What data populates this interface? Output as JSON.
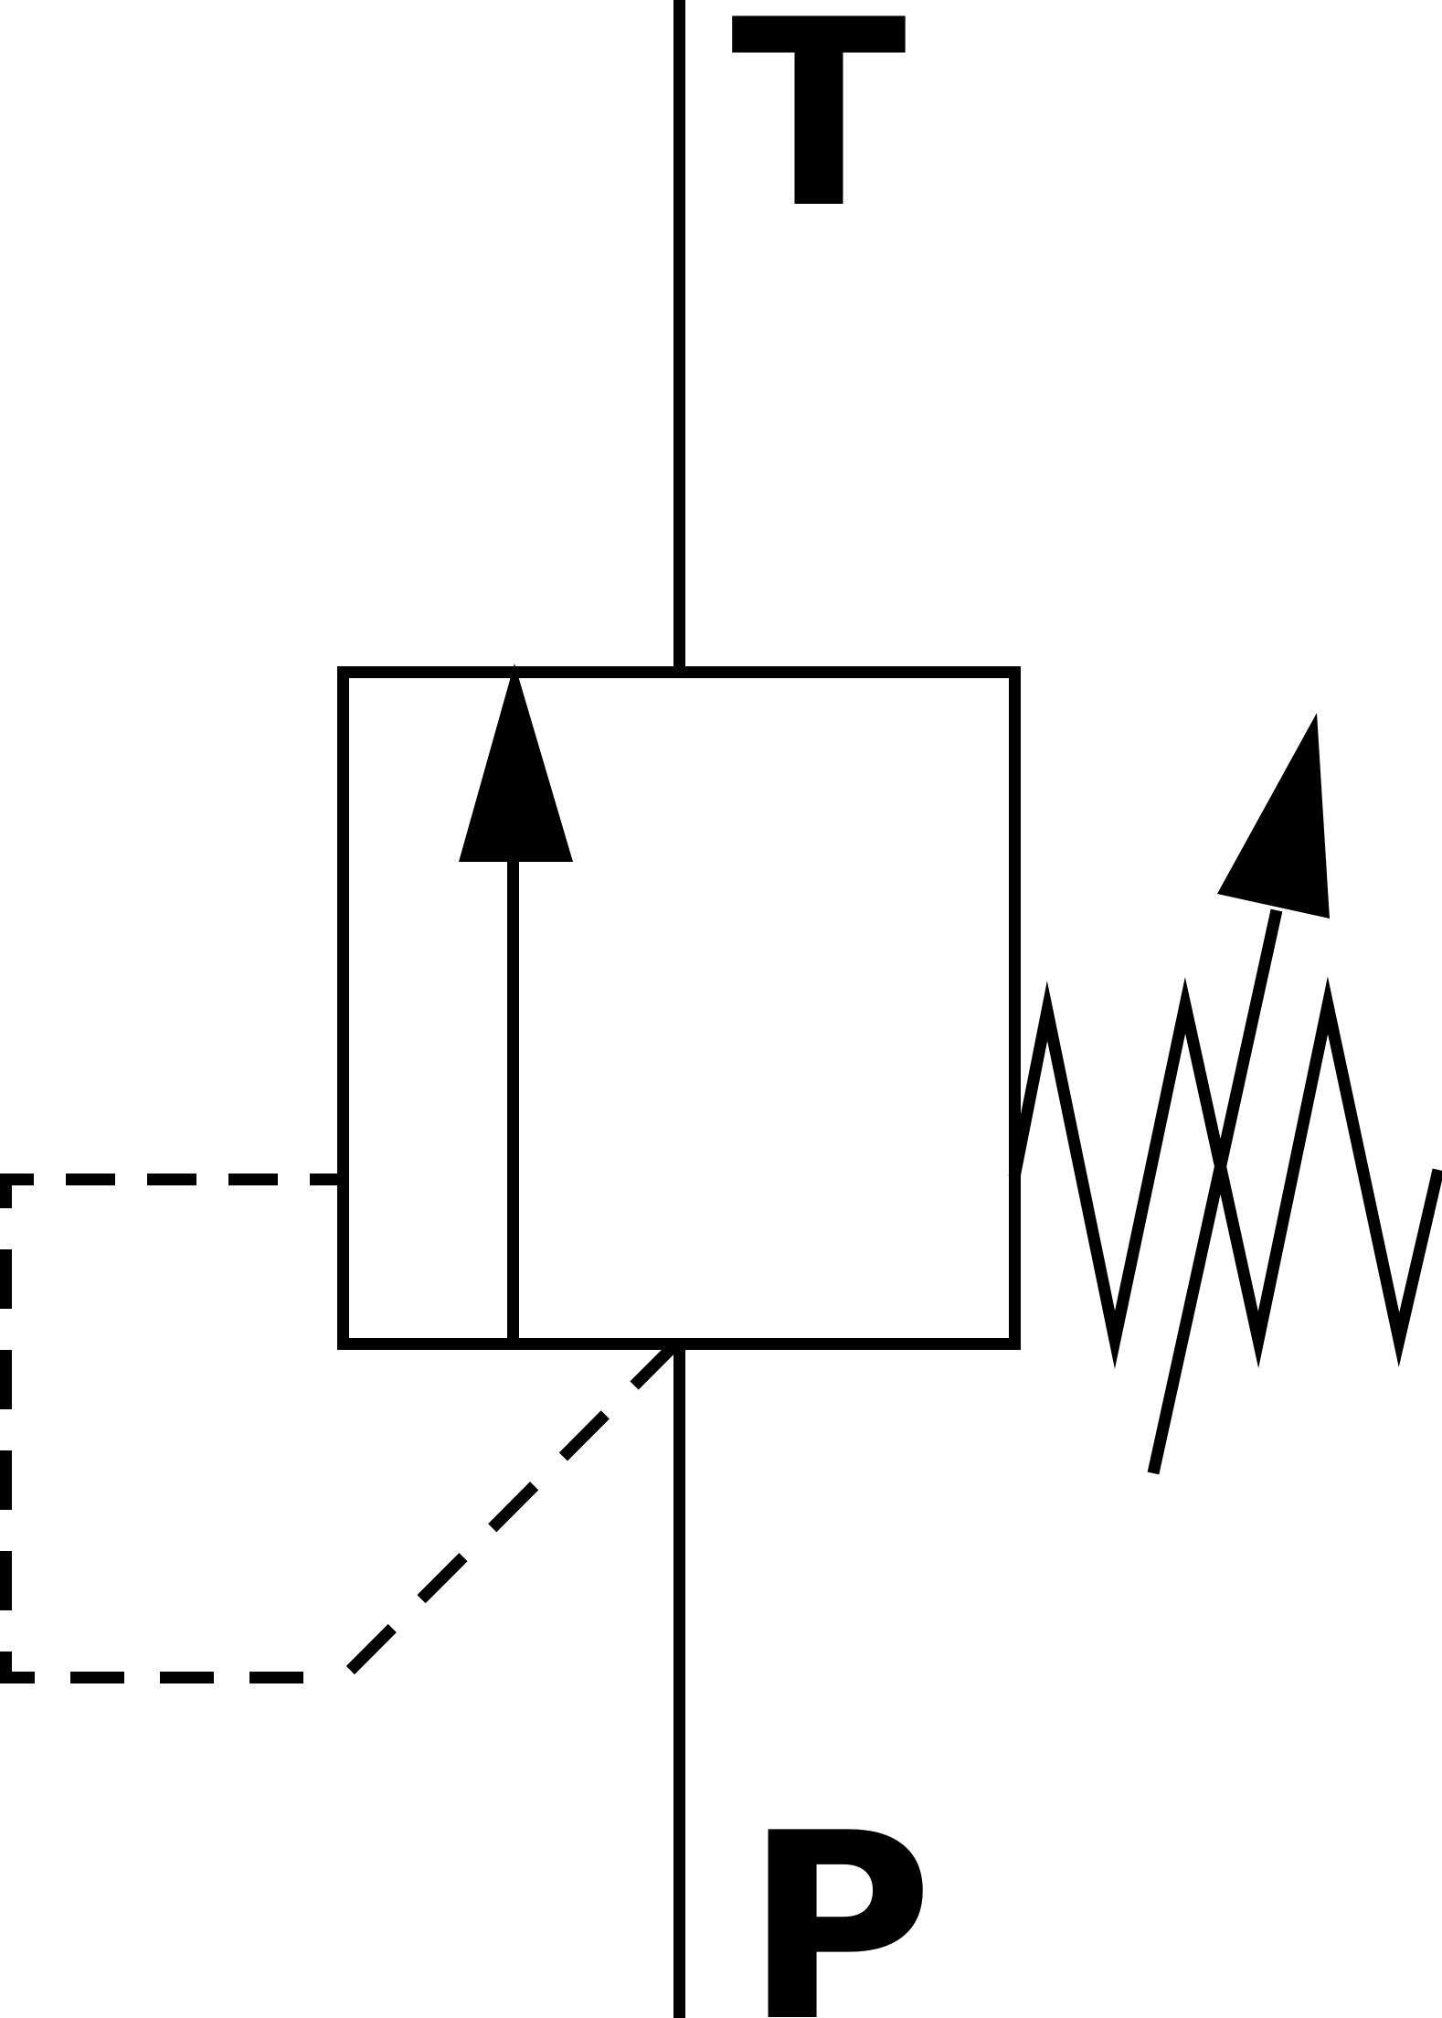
{
  "diagram": {
    "kind": "hydraulic-circuit-symbol",
    "component": "pilot-operated pressure relief valve",
    "ports": {
      "tank": "T",
      "pressure": "P"
    },
    "colors": {
      "stroke": "#000000",
      "background": "#ffffff"
    },
    "symbols": [
      "tank-line",
      "valve-body",
      "flow-arrow",
      "adjustable-spring",
      "adjustment-arrow",
      "pilot-line",
      "pressure-line"
    ]
  }
}
